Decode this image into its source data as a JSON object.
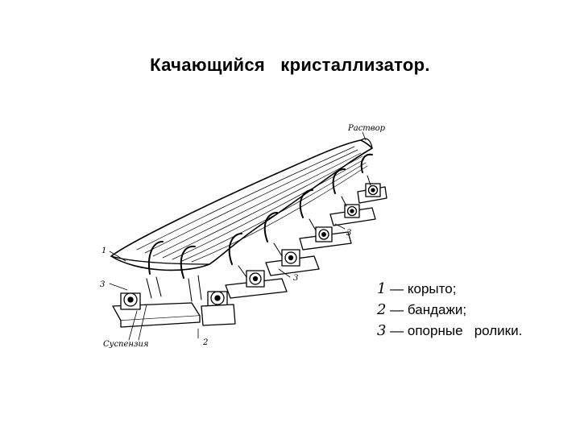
{
  "page": {
    "title": "Качающийся   кристаллизатор."
  },
  "diagram": {
    "labels": {
      "top": "Раствор",
      "bottom_left": "Суспензия",
      "callout_1": "1",
      "callout_3_left": "3",
      "callout_3_mid": "3",
      "callout_3_right": "3",
      "callout_2": "2"
    }
  },
  "legend": {
    "items": [
      {
        "num": "1",
        "text": " — корыто;"
      },
      {
        "num": "2",
        "text": " — бандажи;"
      },
      {
        "num": "3",
        "text": " — опорные   ролики."
      }
    ]
  }
}
